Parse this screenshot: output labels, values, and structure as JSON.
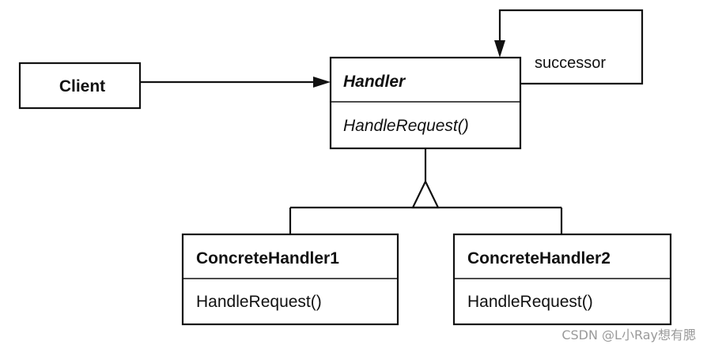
{
  "client": {
    "name": "Client"
  },
  "handler": {
    "name": "Handler",
    "operation": "HandleRequest()"
  },
  "association": {
    "label": "successor"
  },
  "concrete_handlers": [
    {
      "name": "ConcreteHandler1",
      "operation": "HandleRequest()"
    },
    {
      "name": "ConcreteHandler2",
      "operation": "HandleRequest()"
    }
  ],
  "watermark": "CSDN @L小Ray想有腮"
}
